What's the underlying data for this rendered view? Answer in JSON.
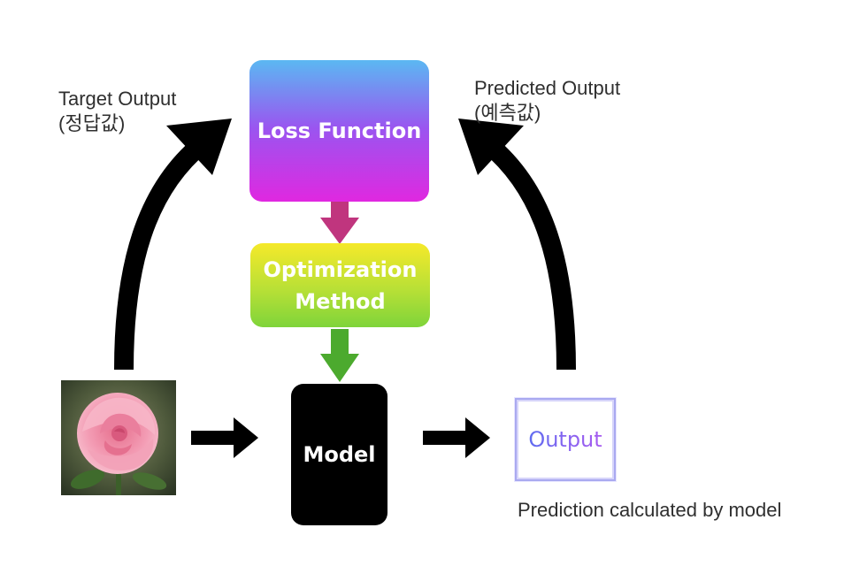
{
  "labels": {
    "target": "Target Output\n(정답값)",
    "predicted": "Predicted Output\n(예측값)",
    "prediction_note": "Prediction calculated by model"
  },
  "boxes": {
    "loss": "Loss Function",
    "optimization": "Optimization\nMethod",
    "model": "Model",
    "output": "Output"
  },
  "image": {
    "description_icon": "rose-image"
  },
  "colors": {
    "loss_top": "#5bb8f2",
    "loss_bottom": "#e028e0",
    "opt_top": "#f5e92a",
    "opt_bottom": "#7fd43a",
    "model": "#000000",
    "arrow_magenta": "#c0357e",
    "arrow_green": "#4caa2e"
  }
}
